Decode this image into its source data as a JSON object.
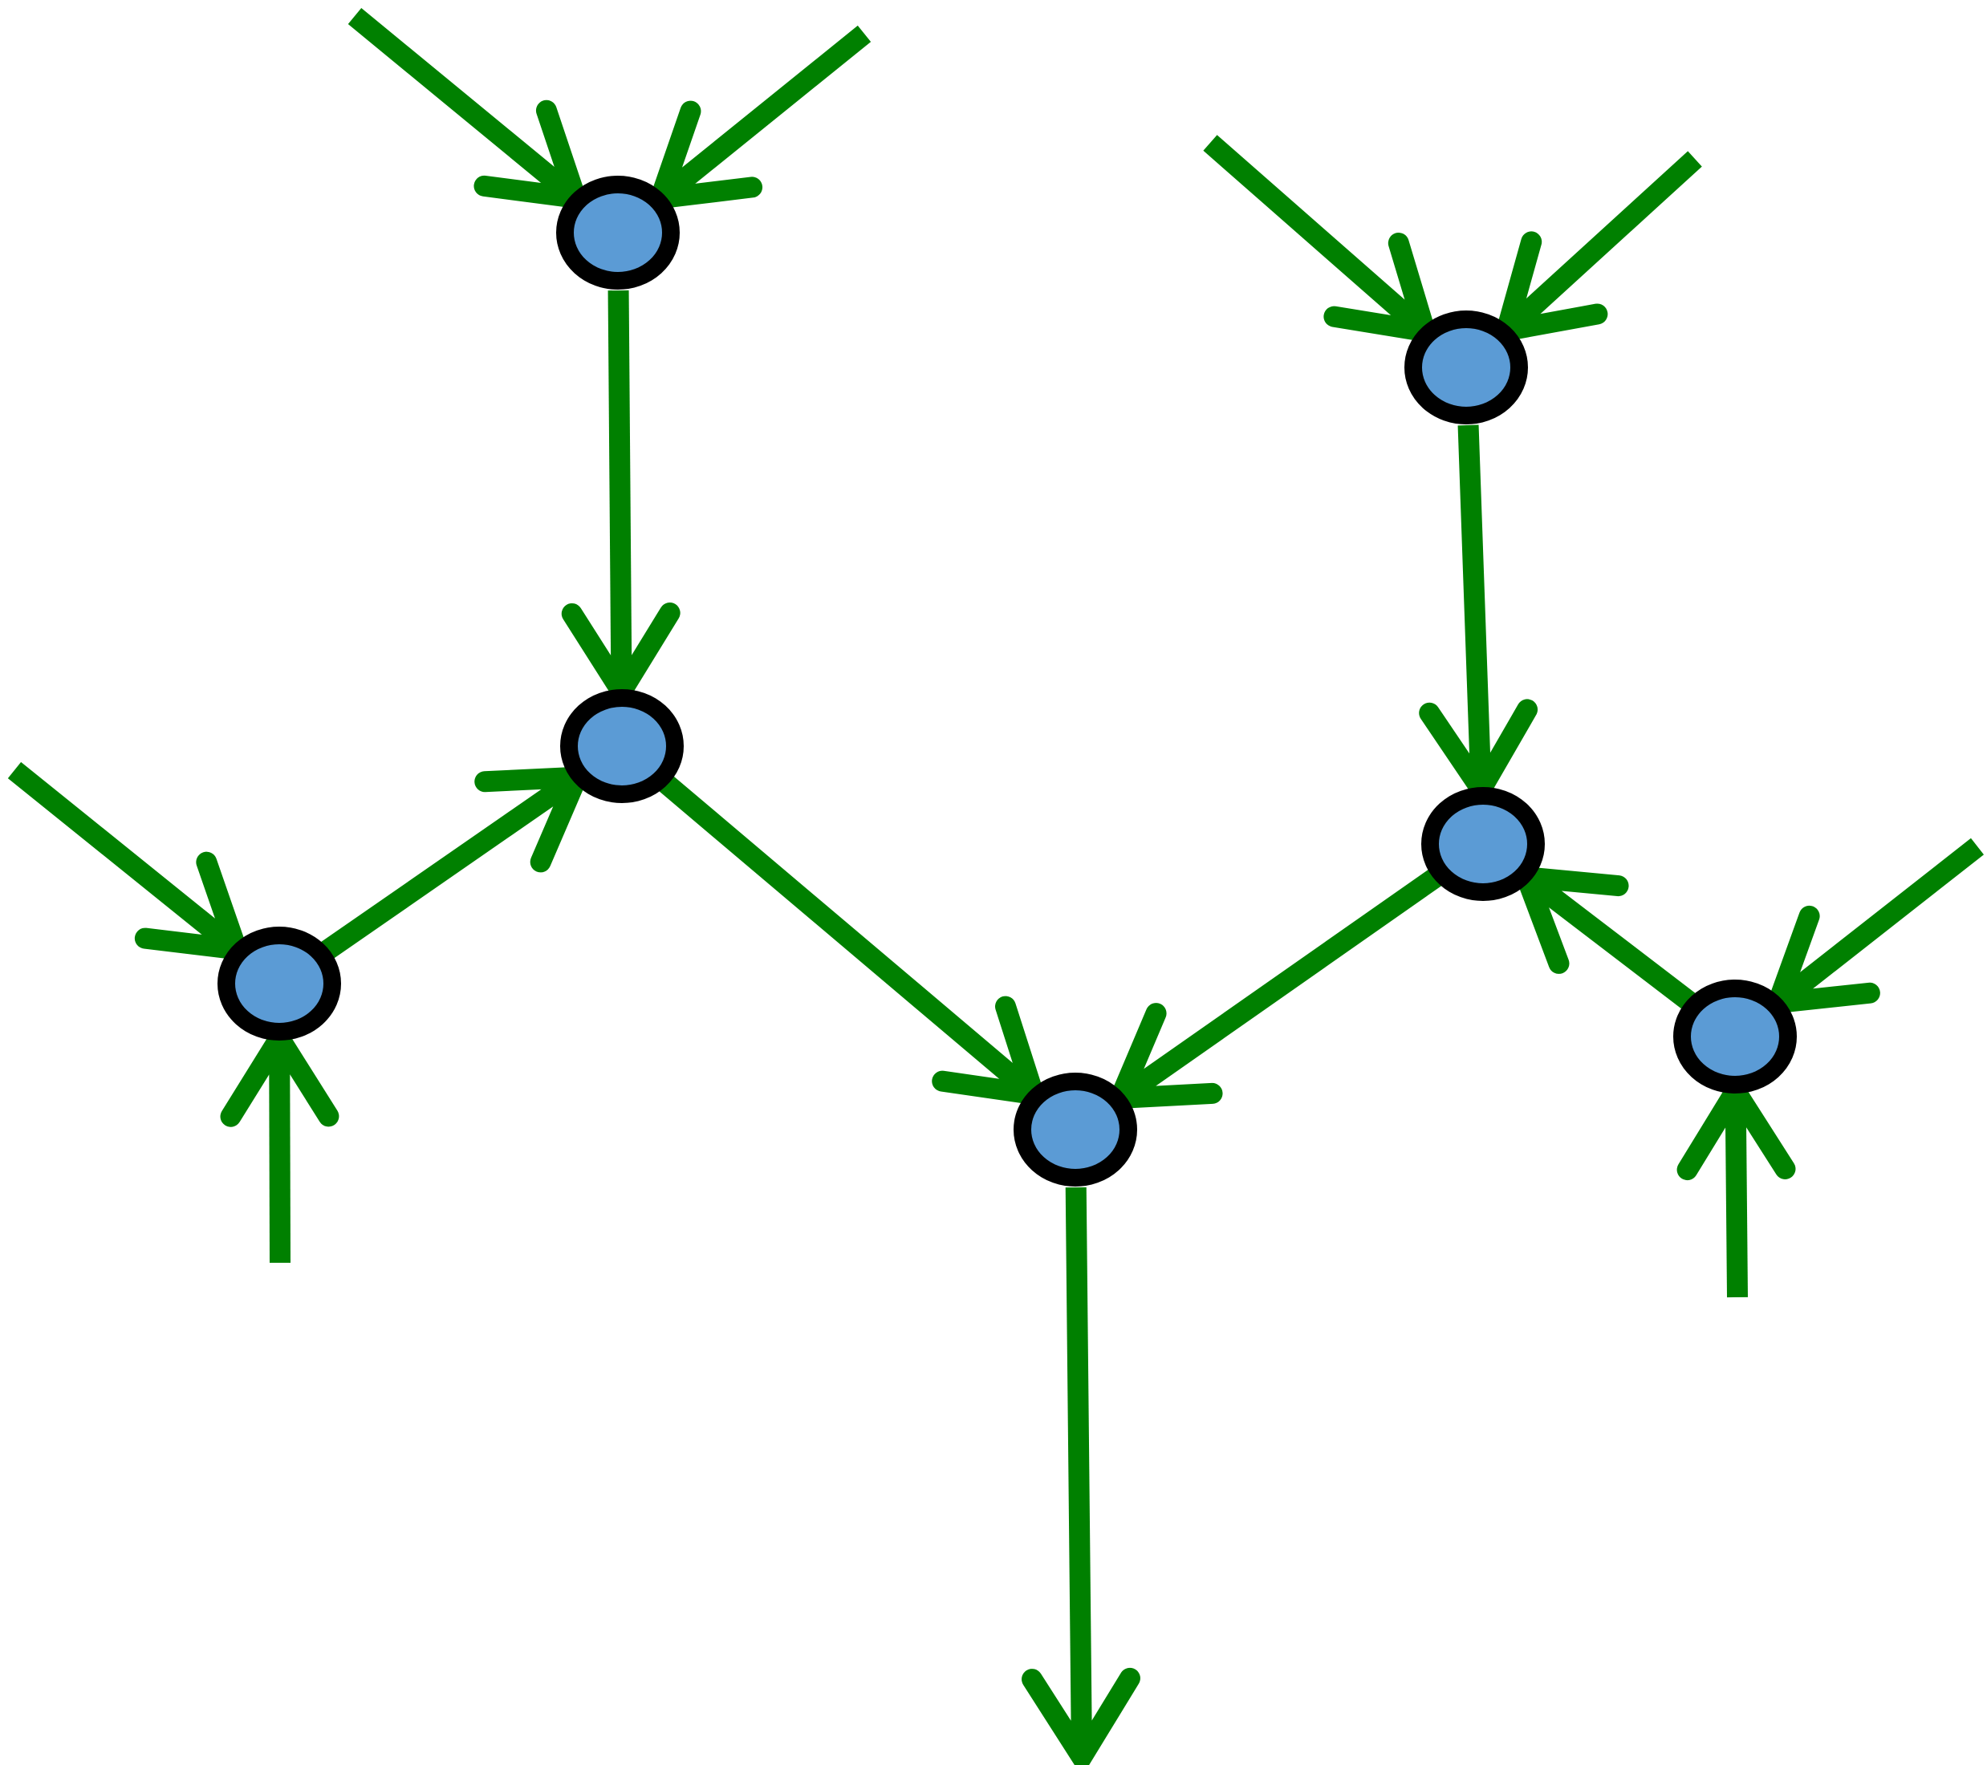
{
  "diagram": {
    "type": "directed-tree",
    "colors": {
      "edge": "#008000",
      "node_fill": "#5b9bd5",
      "node_border": "#000000",
      "background": "#ffffff"
    },
    "nodes": [
      "n1",
      "n2",
      "n3",
      "n4",
      "n5",
      "n6",
      "n7"
    ],
    "edges": [
      {
        "from": "in-n1-a",
        "to": "n1"
      },
      {
        "from": "in-n1-b",
        "to": "n1"
      },
      {
        "from": "n1",
        "to": "n2"
      },
      {
        "from": "n3",
        "to": "n2"
      },
      {
        "from": "in-n3-a",
        "to": "n3"
      },
      {
        "from": "in-n3-b",
        "to": "n3"
      },
      {
        "from": "n2",
        "to": "n4"
      },
      {
        "from": "in-n5-a",
        "to": "n5"
      },
      {
        "from": "in-n5-b",
        "to": "n5"
      },
      {
        "from": "n5",
        "to": "n6"
      },
      {
        "from": "n7",
        "to": "n6"
      },
      {
        "from": "in-n7-a",
        "to": "n7"
      },
      {
        "from": "in-n7-b",
        "to": "n7"
      },
      {
        "from": "n6",
        "to": "n4"
      },
      {
        "from": "n4",
        "to": "out"
      }
    ]
  }
}
